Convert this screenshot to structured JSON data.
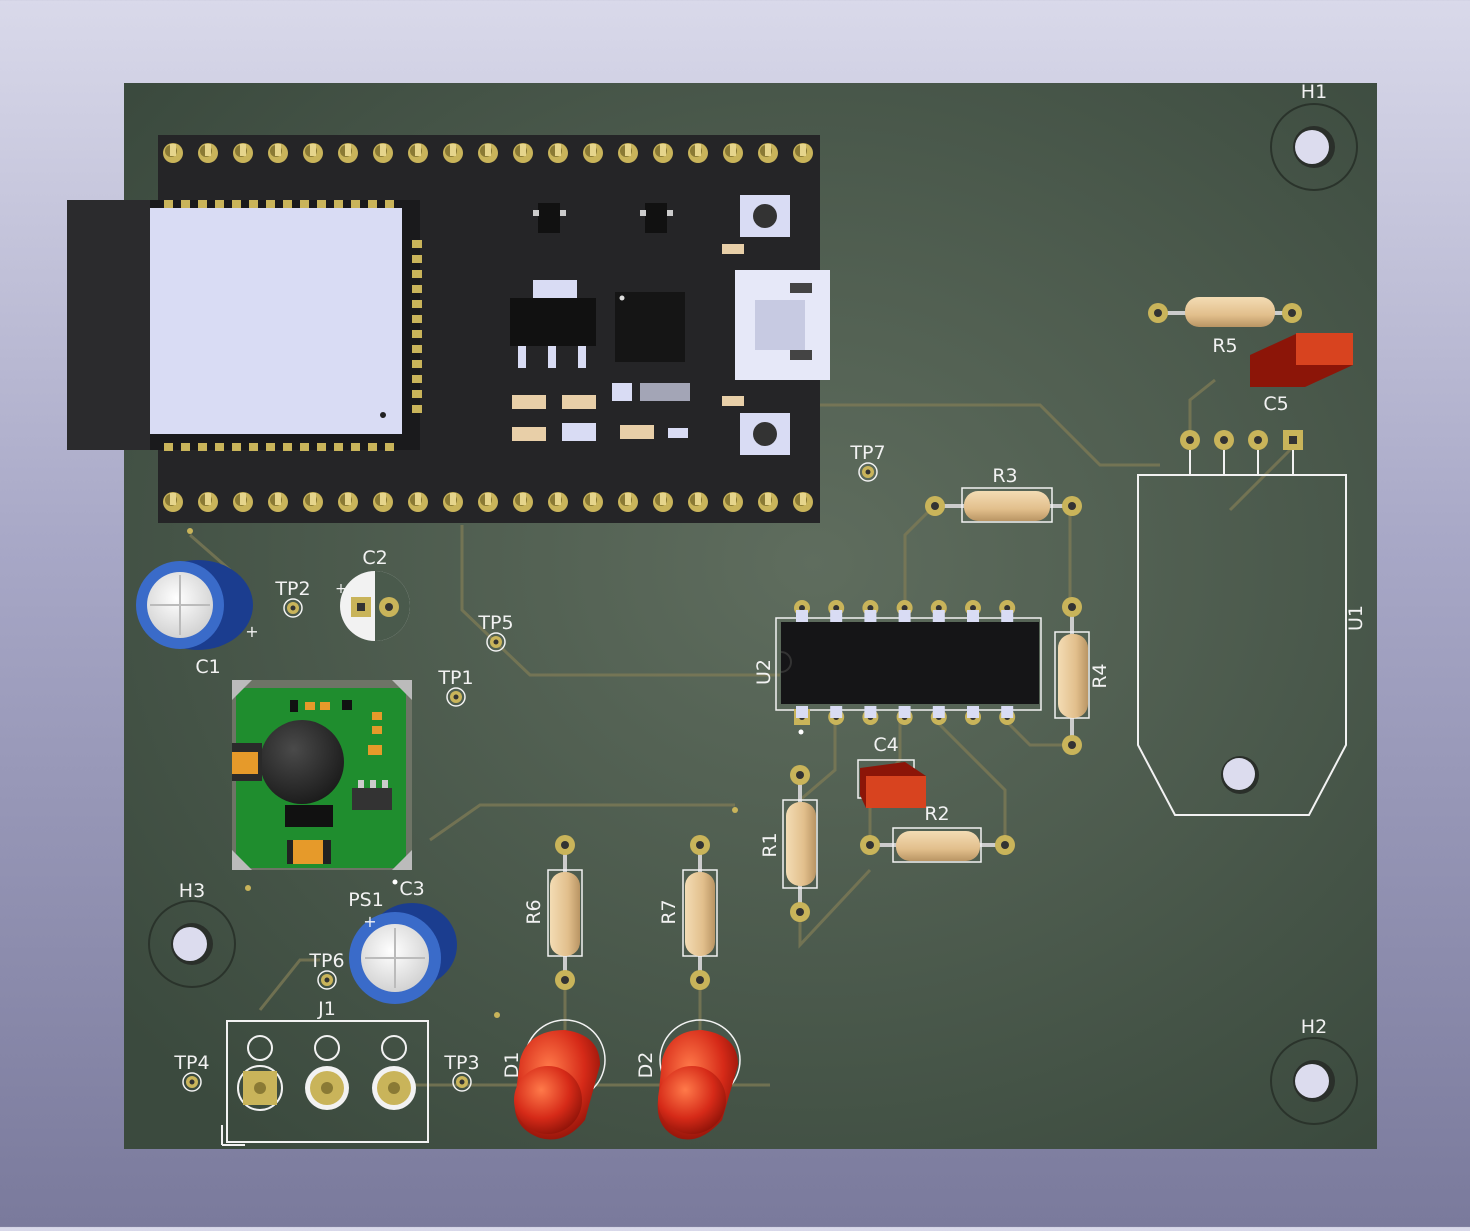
{
  "colors": {
    "board": "#4a5a4c",
    "trace": "#7f7b55",
    "pad": "#c9b45a",
    "silkscreen": "#f2f2f2",
    "resistor_body": "#e5c79a",
    "led": "#d62a18",
    "ceramic_cap": "#d8431f",
    "module_black": "#262628",
    "shield": "#d9dcf4",
    "regulator_pcb": "#1f8d2e"
  },
  "references": {
    "h1": "H1",
    "h2": "H2",
    "h3": "H3",
    "c1": "C1",
    "c2": "C2",
    "c3": "C3",
    "c4": "C4",
    "c5": "C5",
    "r1": "R1",
    "r2": "R2",
    "r3": "R3",
    "r4": "R4",
    "r5": "R5",
    "r6": "R6",
    "r7": "R7",
    "u1": "U1",
    "u2": "U2",
    "d1": "D1",
    "d2": "D2",
    "j1": "J1",
    "ps1": "PS1",
    "tp1": "TP1",
    "tp2": "TP2",
    "tp3": "TP3",
    "tp4": "TP4",
    "tp5": "TP5",
    "tp6": "TP6",
    "tp7": "TP7"
  },
  "icons": {
    "mounting_hole": "mounting-hole-icon",
    "resistor": "resistor-icon",
    "led": "led-icon",
    "electrolytic_cap": "electrolytic-capacitor-icon",
    "usb": "usb-connector-icon",
    "button": "push-button-icon"
  }
}
